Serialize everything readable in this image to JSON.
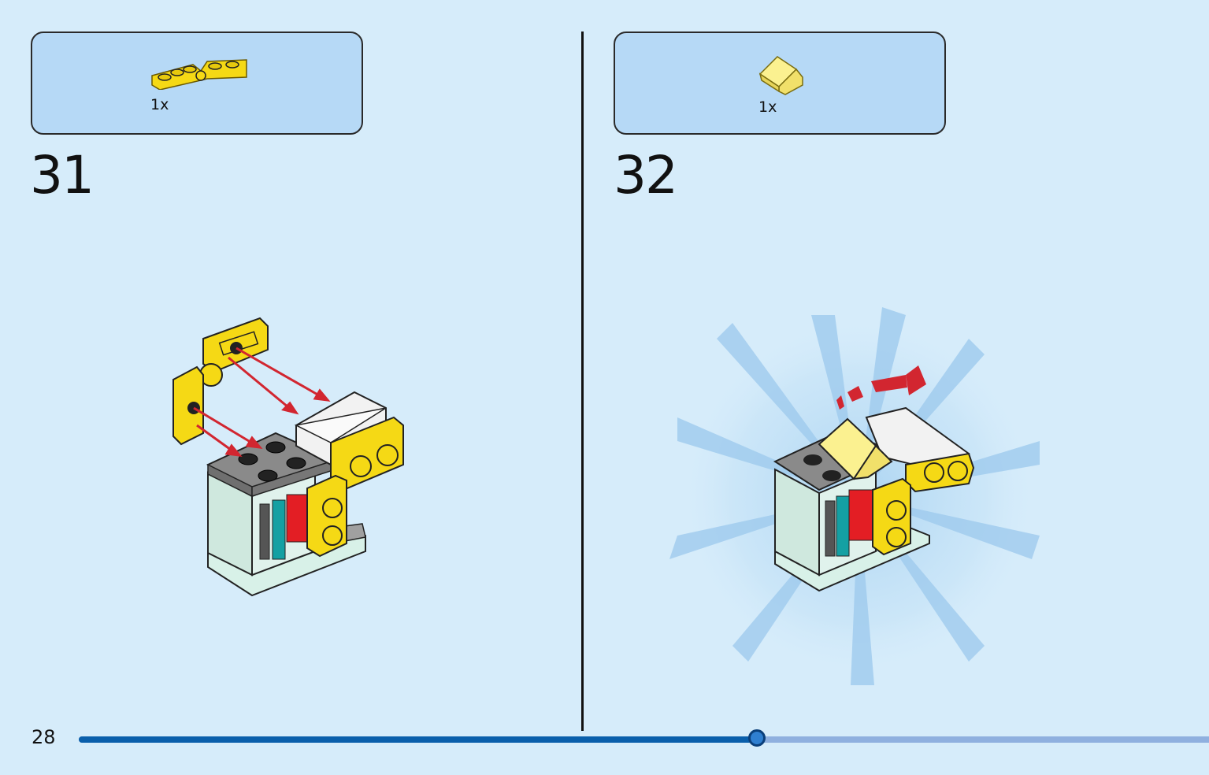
{
  "page": {
    "number": "28"
  },
  "steps": [
    {
      "number": "31",
      "parts": [
        {
          "quantity": "1x",
          "icon": "yellow-hinge-plate-icon",
          "color": "#f5d915"
        }
      ],
      "illustration": "step-31-build-illustration"
    },
    {
      "number": "32",
      "parts": [
        {
          "quantity": "1x",
          "icon": "light-yellow-slope-icon",
          "color": "#fbf190"
        }
      ],
      "illustration": "step-32-build-illustration"
    }
  ],
  "progress": {
    "fraction": 0.6
  },
  "colors": {
    "background": "#d6ecfa",
    "parts_box": "#b6d9f6",
    "progress_fill": "#0a5fab",
    "progress_track": "#8fb0df",
    "brick_yellow": "#f5d915",
    "brick_gray": "#8a8a8a",
    "brick_red": "#e31e24",
    "brick_teal": "#14a0a3",
    "arrow_red": "#d22630"
  }
}
